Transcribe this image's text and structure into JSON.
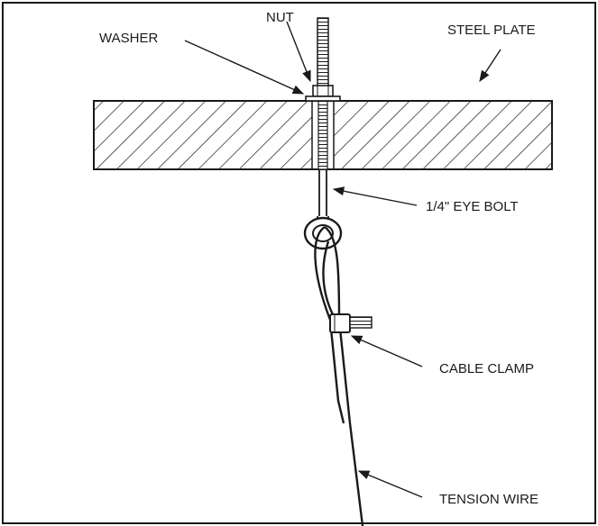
{
  "labels": {
    "washer": "WASHER",
    "nut": "NUT",
    "steel_plate": "STEEL PLATE",
    "eye_bolt": "1/4\" EYE BOLT",
    "cable_clamp": "CABLE CLAMP",
    "tension_wire": "TENSION WIRE"
  },
  "colors": {
    "line": "#1a1a1a",
    "background": "#ffffff"
  }
}
